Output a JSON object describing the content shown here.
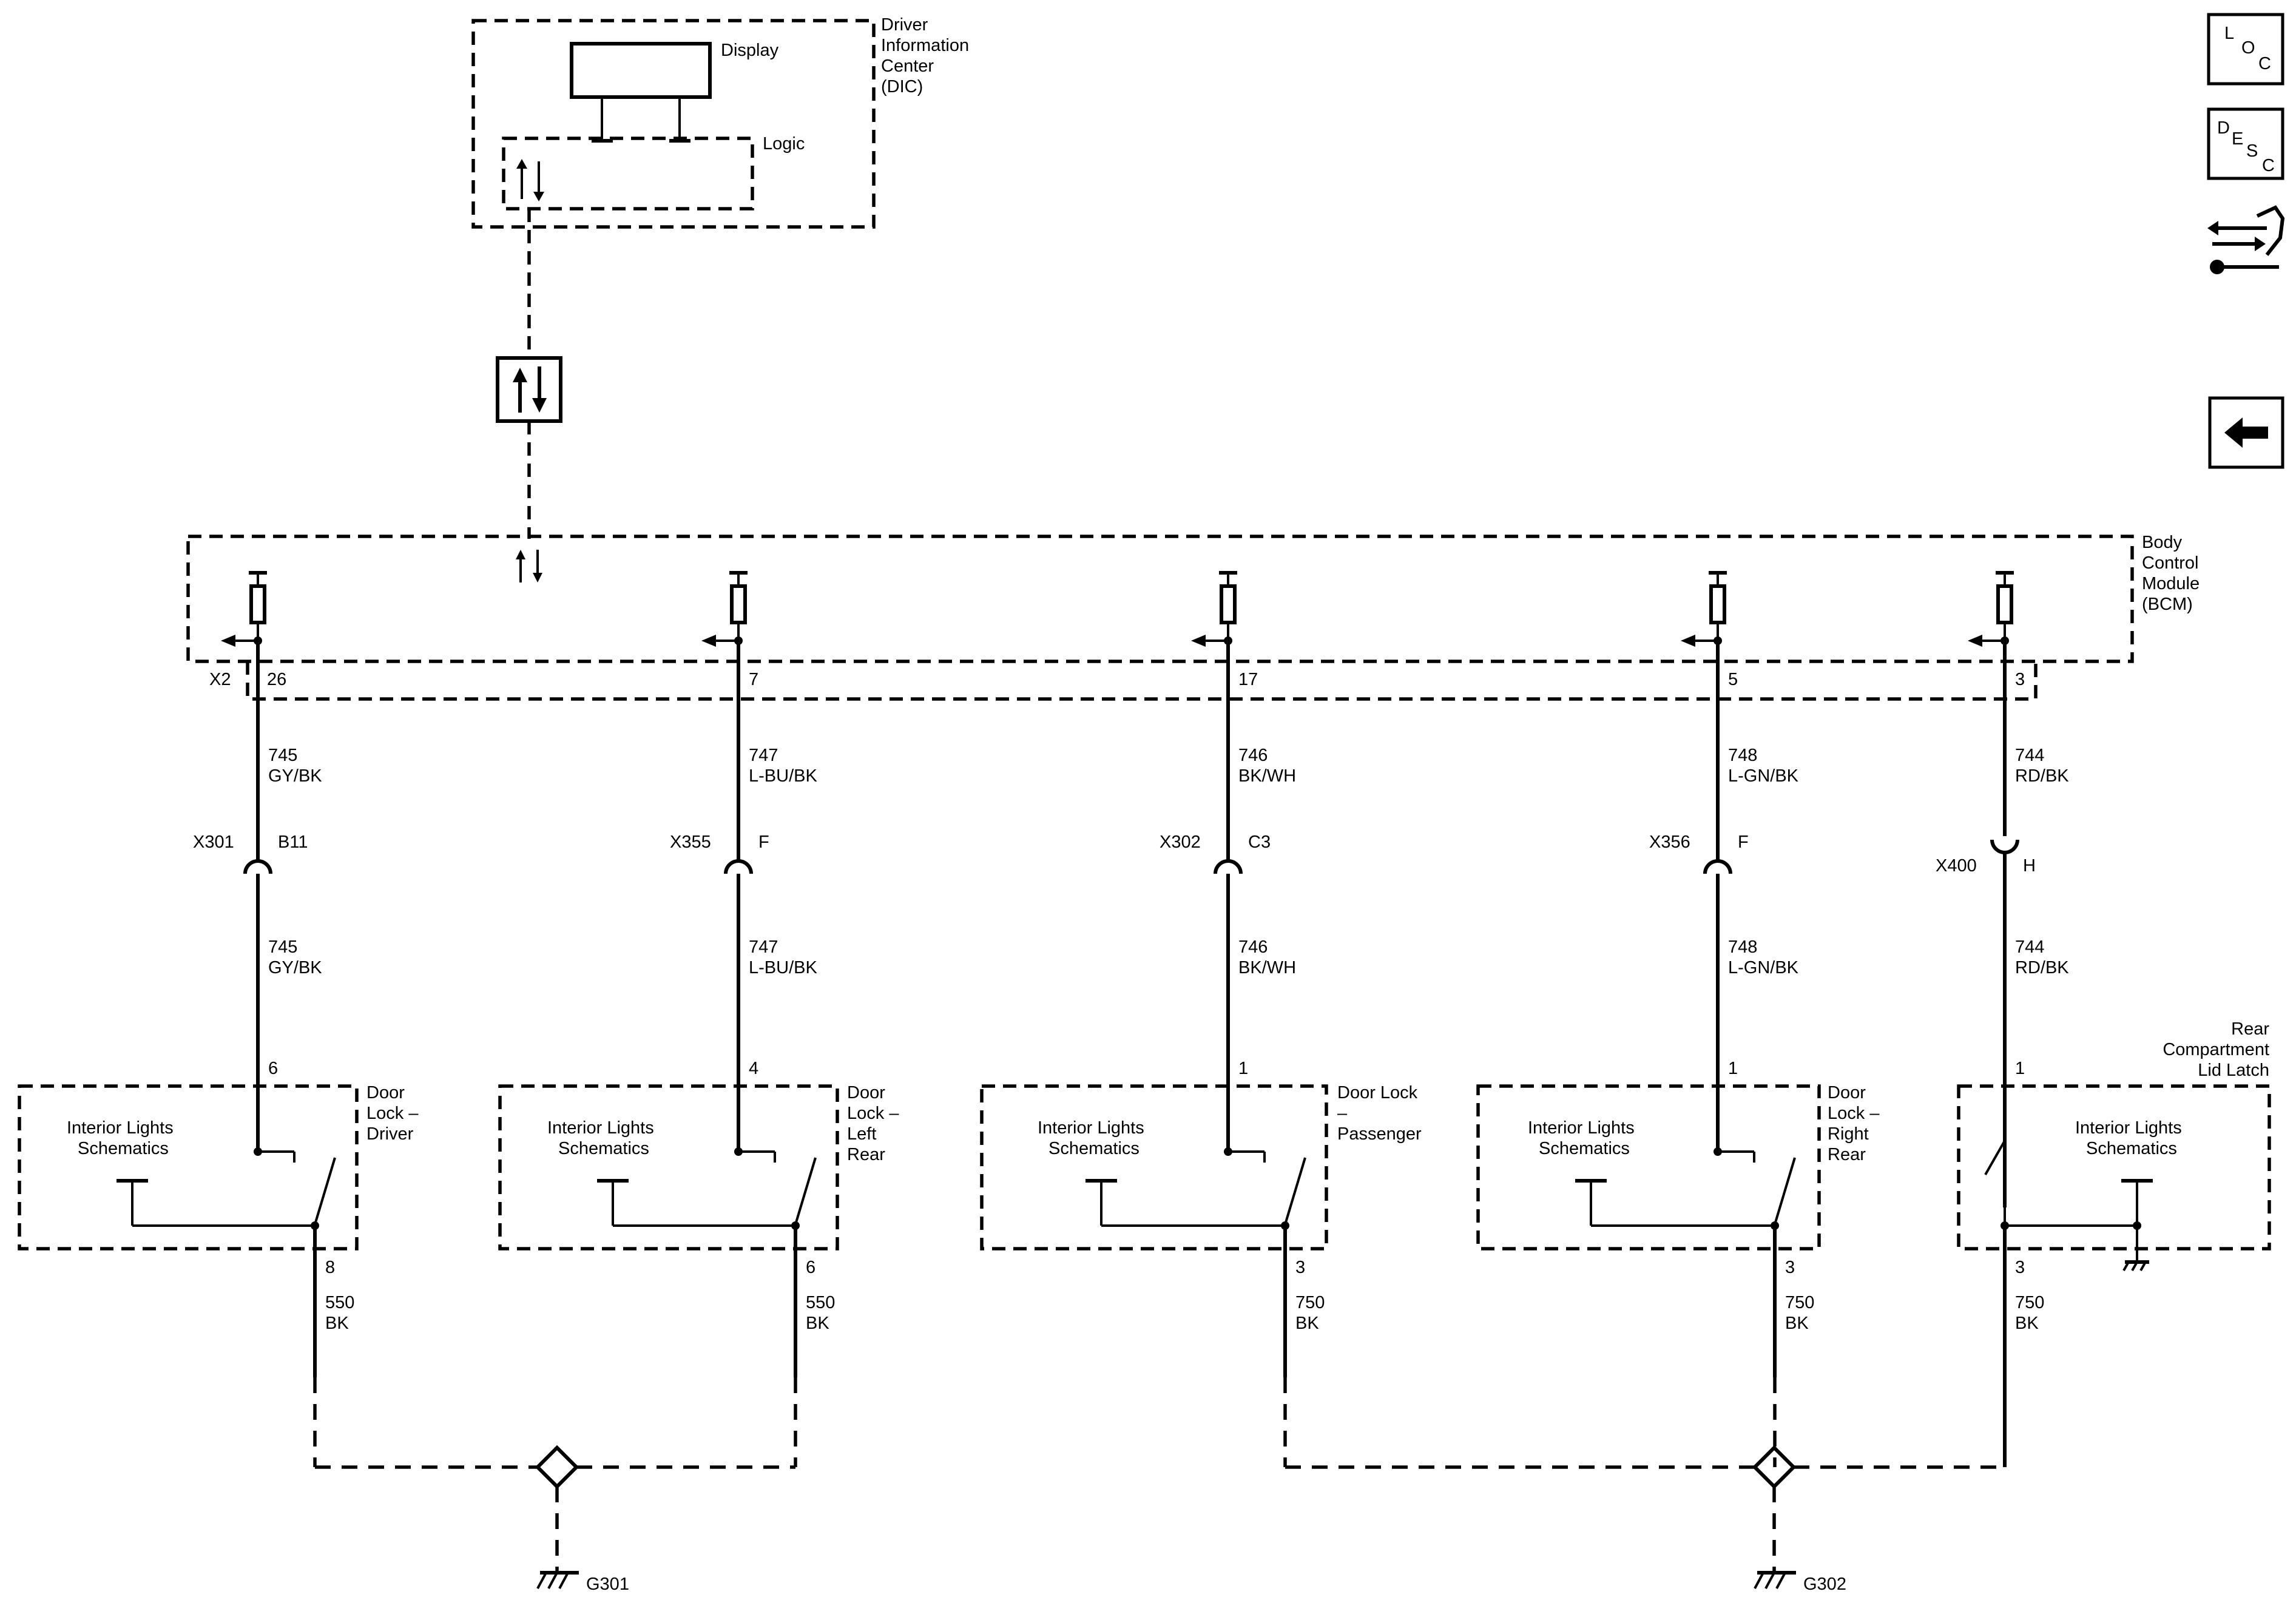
{
  "dic": {
    "name": [
      "Driver",
      "Information",
      "Center",
      "(DIC)"
    ],
    "display_label": "Display",
    "logic_label": "Logic"
  },
  "bcm": {
    "name": [
      "Body",
      "Control",
      "Module",
      "(BCM)"
    ],
    "connector": "X2"
  },
  "circuits": [
    {
      "pin": "26",
      "wire_num": "745",
      "wire_color": "GY/BK",
      "inline_conn": "X301",
      "inline_pin": "B11",
      "device_pin": "6",
      "device_name": [
        "Door",
        "Lock –",
        "Driver"
      ],
      "ground_pin": "8",
      "ground_num": "550",
      "ground_color": "BK",
      "interior_label": [
        "Interior Lights",
        "Schematics"
      ]
    },
    {
      "pin": "7",
      "wire_num": "747",
      "wire_color": "L-BU/BK",
      "inline_conn": "X355",
      "inline_pin": "F",
      "device_pin": "4",
      "device_name": [
        "Door",
        "Lock –",
        "Left",
        "Rear"
      ],
      "ground_pin": "6",
      "ground_num": "550",
      "ground_color": "BK",
      "interior_label": [
        "Interior Lights",
        "Schematics"
      ]
    },
    {
      "pin": "17",
      "wire_num": "746",
      "wire_color": "BK/WH",
      "inline_conn": "X302",
      "inline_pin": "C3",
      "device_pin": "1",
      "device_name": [
        "Door Lock",
        "–",
        "Passenger"
      ],
      "ground_pin": "3",
      "ground_num": "750",
      "ground_color": "BK",
      "interior_label": [
        "Interior Lights",
        "Schematics"
      ]
    },
    {
      "pin": "5",
      "wire_num": "748",
      "wire_color": "L-GN/BK",
      "inline_conn": "X356",
      "inline_pin": "F",
      "device_pin": "1",
      "device_name": [
        "Door",
        "Lock –",
        "Right",
        "Rear"
      ],
      "ground_pin": "3",
      "ground_num": "750",
      "ground_color": "BK",
      "interior_label": [
        "Interior Lights",
        "Schematics"
      ]
    },
    {
      "pin": "3",
      "wire_num": "744",
      "wire_color": "RD/BK",
      "inline_conn": "X400",
      "inline_pin": "H",
      "device_pin": "1",
      "device_name": [
        "Rear",
        "Compartment",
        "Lid Latch"
      ],
      "ground_pin": "3",
      "ground_num": "750",
      "ground_color": "BK",
      "interior_label": [
        "Interior Lights",
        "Schematics"
      ]
    }
  ],
  "grounds": [
    "G301",
    "G302"
  ],
  "side_icons": {
    "loc": [
      "L",
      "O",
      "C"
    ],
    "desc": [
      "D",
      "E",
      "S",
      "C"
    ],
    "items": [
      "loc-icon",
      "desc-icon",
      "connector-view-icon",
      "back-arrow-icon"
    ]
  }
}
